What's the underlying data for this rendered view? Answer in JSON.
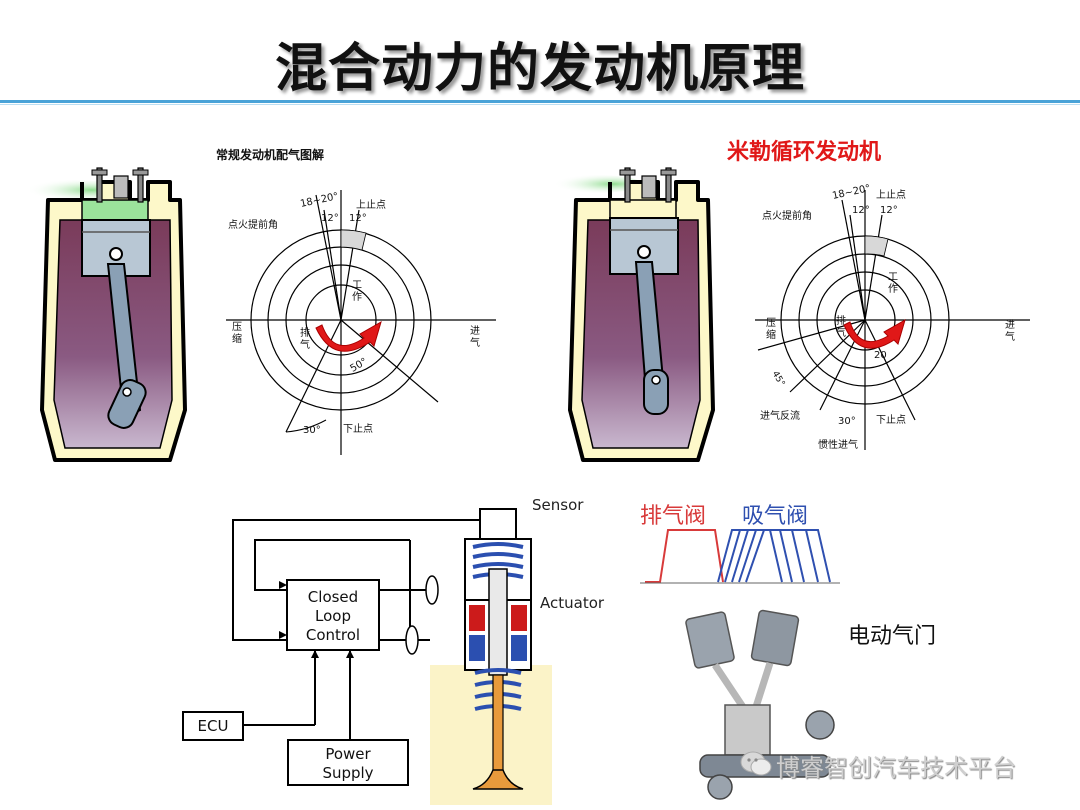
{
  "page": {
    "title": "混合动力的发动机原理"
  },
  "left_diagram": {
    "caption": "常规发动机配气图解",
    "labels": {
      "tdc": "上止点",
      "bdc": "下止点",
      "ignition": "点火提前角",
      "compression": "压\n缩",
      "exhaust": "排\n气",
      "work": "工\n作",
      "intake": "进\n气",
      "a18": "18~20°",
      "a12a": "12°",
      "a12b": "12°",
      "a50": "50°",
      "a30": "30°"
    }
  },
  "right_diagram": {
    "caption": "米勒循环发动机",
    "labels": {
      "tdc": "上止点",
      "bdc": "下止点",
      "ignition": "点火提前角",
      "compression": "压\n缩",
      "exhaust": "排\n气",
      "work": "工\n作",
      "intake": "进\n气",
      "a18": "18~20°",
      "a12a": "12°",
      "a12b": "12°",
      "a20": "20",
      "a30": "30°",
      "a45": "45°",
      "backflow": "进气反流",
      "inertia": "惯性进气"
    }
  },
  "actuator_diagram": {
    "sensor": "Sensor",
    "actuator": "Actuator",
    "control": "Closed\nLoop\nControl",
    "ecu": "ECU",
    "power": "Power\nSupply"
  },
  "valve_chart": {
    "exhaust_label": "排气阀",
    "intake_label": "吸气阀"
  },
  "electric_valve": {
    "label": "电动气门"
  },
  "watermark": {
    "text": "博睿智创汽车技术平台"
  },
  "colors": {
    "accent": "#4aa3d8",
    "exhaust": "#d83a3a",
    "intake": "#2f50b0",
    "red_arrow": "#e01818"
  }
}
